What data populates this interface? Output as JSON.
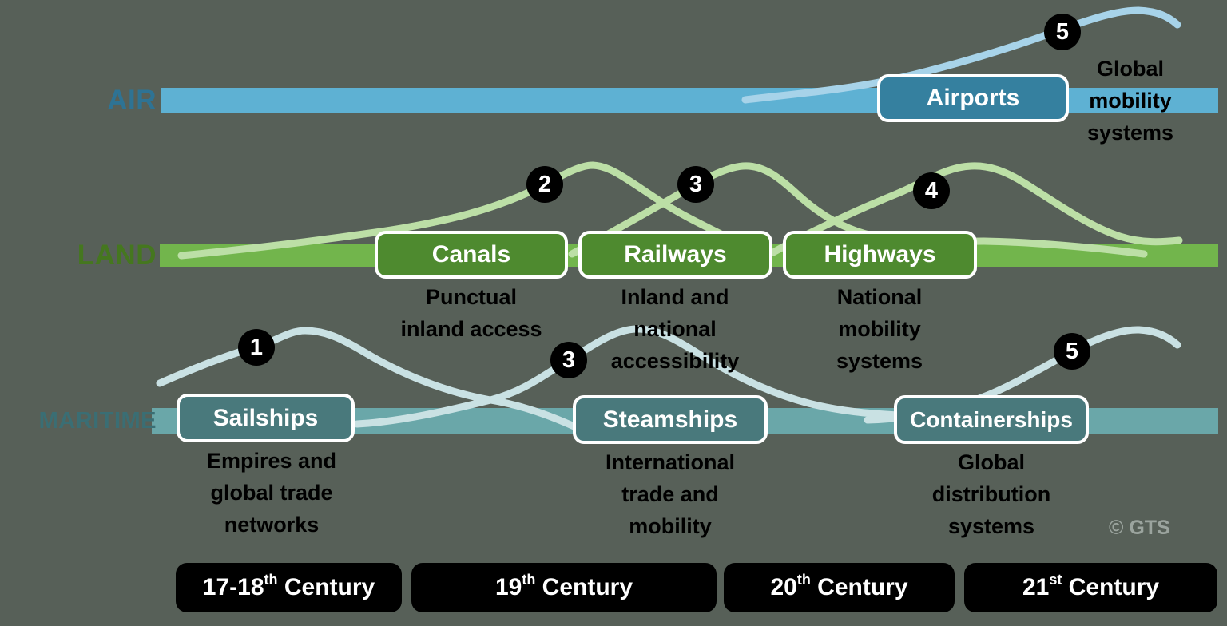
{
  "colors": {
    "background": "#576058",
    "air_band": "#5EB1D3",
    "air_label_text": "#2E7394",
    "air_box": "#35809F",
    "air_curve": "#A7D3E9",
    "land_band": "#72B54C",
    "land_label_text": "#45771F",
    "land_box": "#4E8A2F",
    "land_curve": "#BCDFA6",
    "maritime_band": "#6AA7A9",
    "maritime_label_text": "#3A6E74",
    "maritime_box": "#49797C",
    "maritime_curve": "#C9E1E3",
    "badge_background": "#000000",
    "badge_text": "#FFFFFF",
    "timeline_box_background": "#000000",
    "timeline_text": "#FFFFFF",
    "description_text": "#000000",
    "box_text": "#FFFFFF",
    "box_border": "#FFFFFF",
    "watermark_text": "#9BA49E"
  },
  "bands": {
    "air": {
      "label": "AIR"
    },
    "land": {
      "label": "LAND"
    },
    "maritime": {
      "label": "MARITIME"
    }
  },
  "nodes": {
    "airports": {
      "label": "Airports",
      "description": [
        "Global",
        "mobility",
        "systems"
      ]
    },
    "canals": {
      "label": "Canals",
      "description": [
        "Punctual",
        "inland access"
      ]
    },
    "railways": {
      "label": "Railways",
      "description": [
        "Inland and",
        "national",
        "accessibility"
      ]
    },
    "highways": {
      "label": "Highways",
      "description": [
        "National",
        "mobility",
        "systems"
      ]
    },
    "sailships": {
      "label": "Sailships",
      "description": [
        "Empires and",
        "global trade",
        "networks"
      ]
    },
    "steamships": {
      "label": "Steamships",
      "description": [
        "International",
        "trade and",
        "mobility"
      ]
    },
    "containerships": {
      "label": "Containerships",
      "description": [
        "Global",
        "distribution",
        "systems"
      ]
    }
  },
  "badges": {
    "sailships_wave": "1",
    "canals_wave": "2",
    "railways_wave": "3",
    "steamships_wave": "3",
    "highways_wave": "4",
    "airports_wave": "5",
    "containerships_wave": "5"
  },
  "timeline": [
    {
      "prefix": "17-18",
      "sup": "th",
      "rest": " Century"
    },
    {
      "prefix": "19",
      "sup": "th",
      "rest": " Century"
    },
    {
      "prefix": "20",
      "sup": "th",
      "rest": " Century"
    },
    {
      "prefix": "21",
      "sup": "st",
      "rest": " Century"
    }
  ],
  "watermark": "© GTS"
}
